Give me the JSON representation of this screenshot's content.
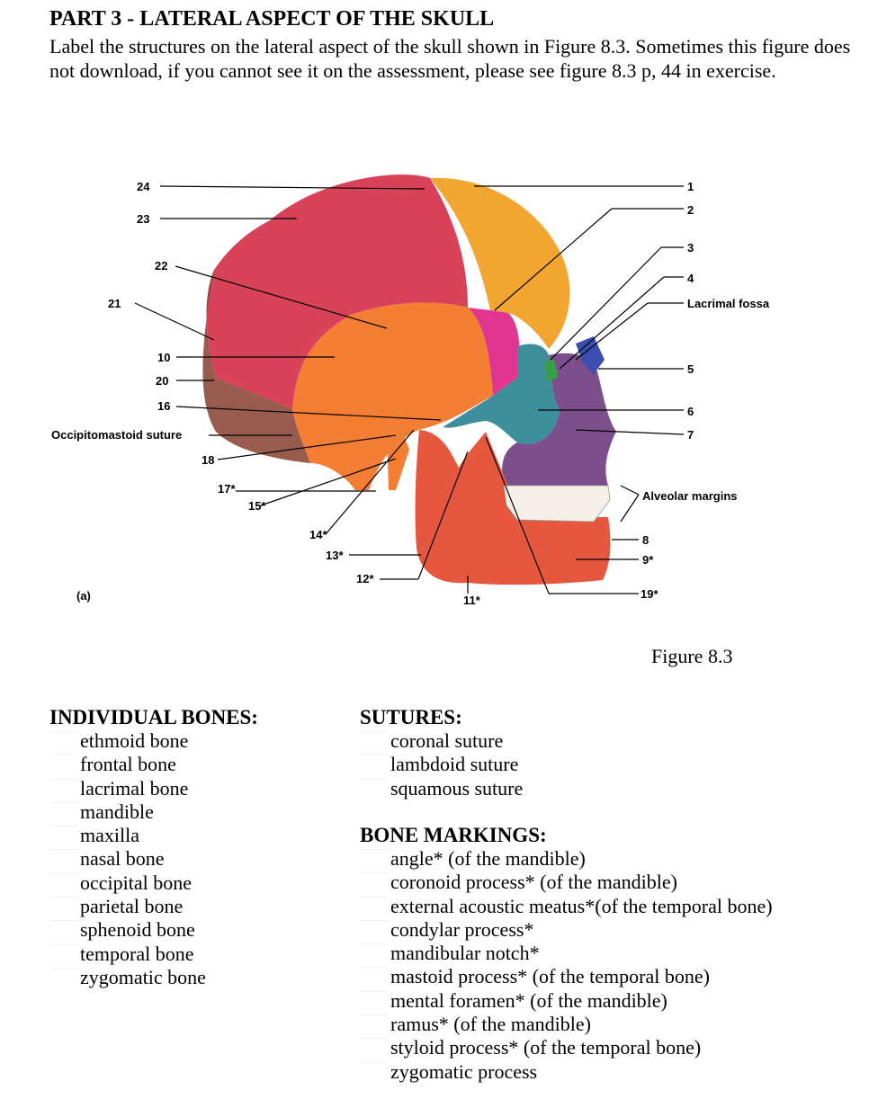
{
  "header": {
    "title": "PART 3 - LATERAL ASPECT OF THE SKULL",
    "instructions": "Label the structures on the lateral aspect of the skull shown in Figure 8.3. Sometimes this figure does not download, if you cannot see it on the assessment, please see figure 8.3 p, 44 in exercise."
  },
  "figure": {
    "panel_label": "(a)",
    "caption": "Figure 8.3",
    "labels_left": [
      "24",
      "23",
      "22",
      "21",
      "10",
      "20",
      "16",
      "Occipitomastoid suture",
      "18",
      "17*",
      "15*",
      "14*",
      "13*",
      "12*",
      "11*"
    ],
    "labels_right": [
      "1",
      "2",
      "3",
      "4",
      "Lacrimal fossa",
      "5",
      "6",
      "7",
      "Alveolar margins",
      "8",
      "9*",
      "19*"
    ]
  },
  "individual_bones": {
    "heading": "INDIVIDUAL BONES:",
    "items": [
      "ethmoid bone",
      "frontal bone",
      "lacrimal bone",
      "mandible",
      "maxilla",
      "nasal bone",
      "occipital bone",
      "parietal bone",
      "sphenoid bone",
      "temporal bone",
      "zygomatic bone"
    ]
  },
  "sutures": {
    "heading": "SUTURES:",
    "items": [
      "coronal suture",
      "lambdoid suture",
      "squamous suture"
    ]
  },
  "bone_markings": {
    "heading": "BONE MARKINGS:",
    "items": [
      "angle* (of the mandible)",
      "coronoid process* (of the mandible)",
      "external acoustic meatus*(of the temporal bone)",
      "condylar process*",
      "mandibular notch*",
      "mastoid process* (of the temporal bone)",
      "mental foramen* (of the mandible)",
      "ramus* (of the mandible)",
      "styloid process* (of the temporal bone)",
      "zygomatic process"
    ]
  },
  "colors": {
    "parietal": "#d8435a",
    "frontal": "#f2a531",
    "temporal": "#f57e35",
    "occipital": "#8c4a3a",
    "sphenoid": "#e0368f",
    "zygomatic": "#3e8f9c",
    "maxilla": "#7a4f8c",
    "mandible": "#e5573f",
    "nasal": "#3c4fb0",
    "lacrimal": "#35a047",
    "teeth": "#f4f0e6"
  }
}
